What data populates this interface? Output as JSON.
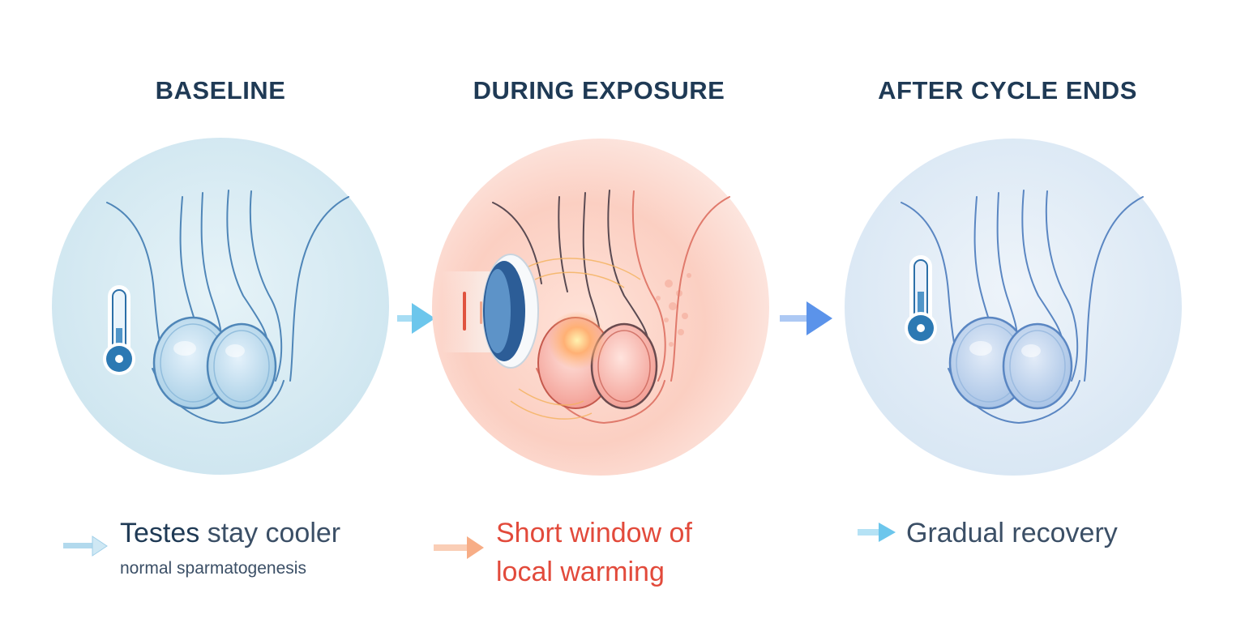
{
  "panels": [
    {
      "title": "BASELINE",
      "caption_bold": "Testes",
      "caption_rest": " stay cooler",
      "subcaption": "normal sparmatogenesis"
    },
    {
      "title": "DURING EXPOSURE",
      "caption_line1": "Short window of",
      "caption_line2": "local warming"
    },
    {
      "title": "AFTER CYCLE ENDS",
      "caption": "Gradual recovery"
    }
  ],
  "colors": {
    "title": "#1f3a55",
    "cool_bg": "#d6ebf3",
    "warm_bg": "#fbd3c8",
    "recovery_bg": "#dde9f6",
    "warm_text": "#e24a3b",
    "arrow_cool": "#6cc6ec",
    "arrow_warm": "#f7ad86",
    "arrow_blue": "#5b93ea"
  },
  "icons": [
    "thermometer-low-icon",
    "heat-device-icon",
    "arrow-right-icon"
  ]
}
